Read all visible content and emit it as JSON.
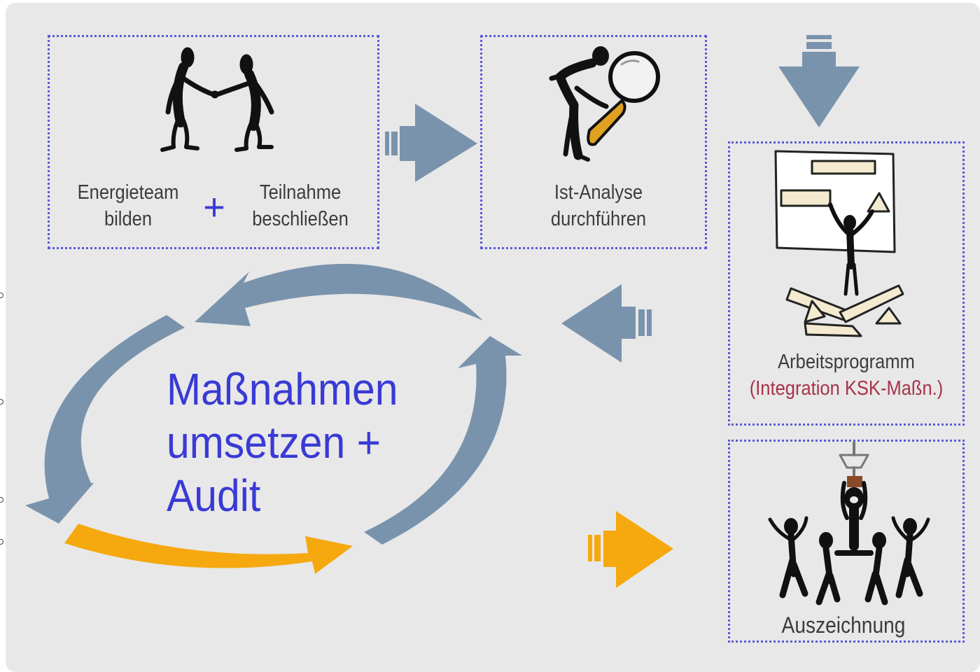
{
  "steps": {
    "team_line1": "Energieteam",
    "team_line2": "bilden",
    "plus": "+",
    "participation_line1": "Teilnahme",
    "participation_line2": "beschließen",
    "analysis_line1": "Ist-Analyse",
    "analysis_line2": "durchführen",
    "program_line1": "Arbeitsprogramm",
    "program_line2": "(Integration KSK-Maßn.)",
    "award": "Auszeichnung"
  },
  "cycle": {
    "line1": "Maßnahmen",
    "line2": "umsetzen +",
    "line3": "Audit"
  },
  "colors": {
    "arrow_blue": "#7a93ad",
    "arrow_orange": "#f5a90f",
    "box_border": "#5a5ad8",
    "cycle_text": "#3a3ad6",
    "program_highlight": "#a8324a",
    "background": "#e8e8e8"
  },
  "icons": [
    "handshake-figures-icon",
    "magnifier-figure-icon",
    "planning-figure-icon",
    "trophy-celebration-icon"
  ]
}
